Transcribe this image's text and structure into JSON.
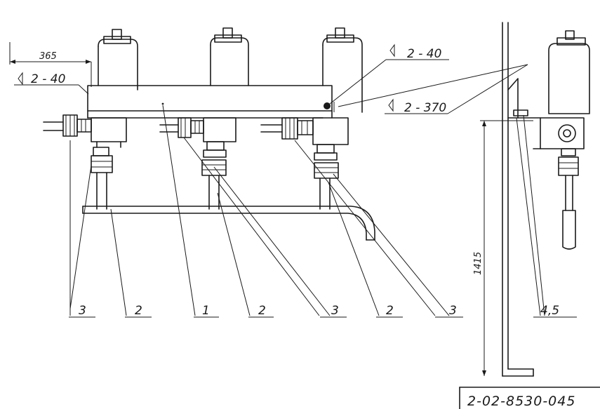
{
  "dimensions": {
    "width_top": "365",
    "height_side": "1415"
  },
  "welds": {
    "left_weld": "2 - 40",
    "right_weld": "2 - 40",
    "side_weld": "2 - 370"
  },
  "callouts": {
    "c1": "3",
    "c2": "2",
    "c3": "1",
    "c4": "2",
    "c5": "3",
    "c6": "2",
    "c7": "3",
    "c8": "4,5"
  },
  "title_block": {
    "code": "2-02-8530-045"
  }
}
